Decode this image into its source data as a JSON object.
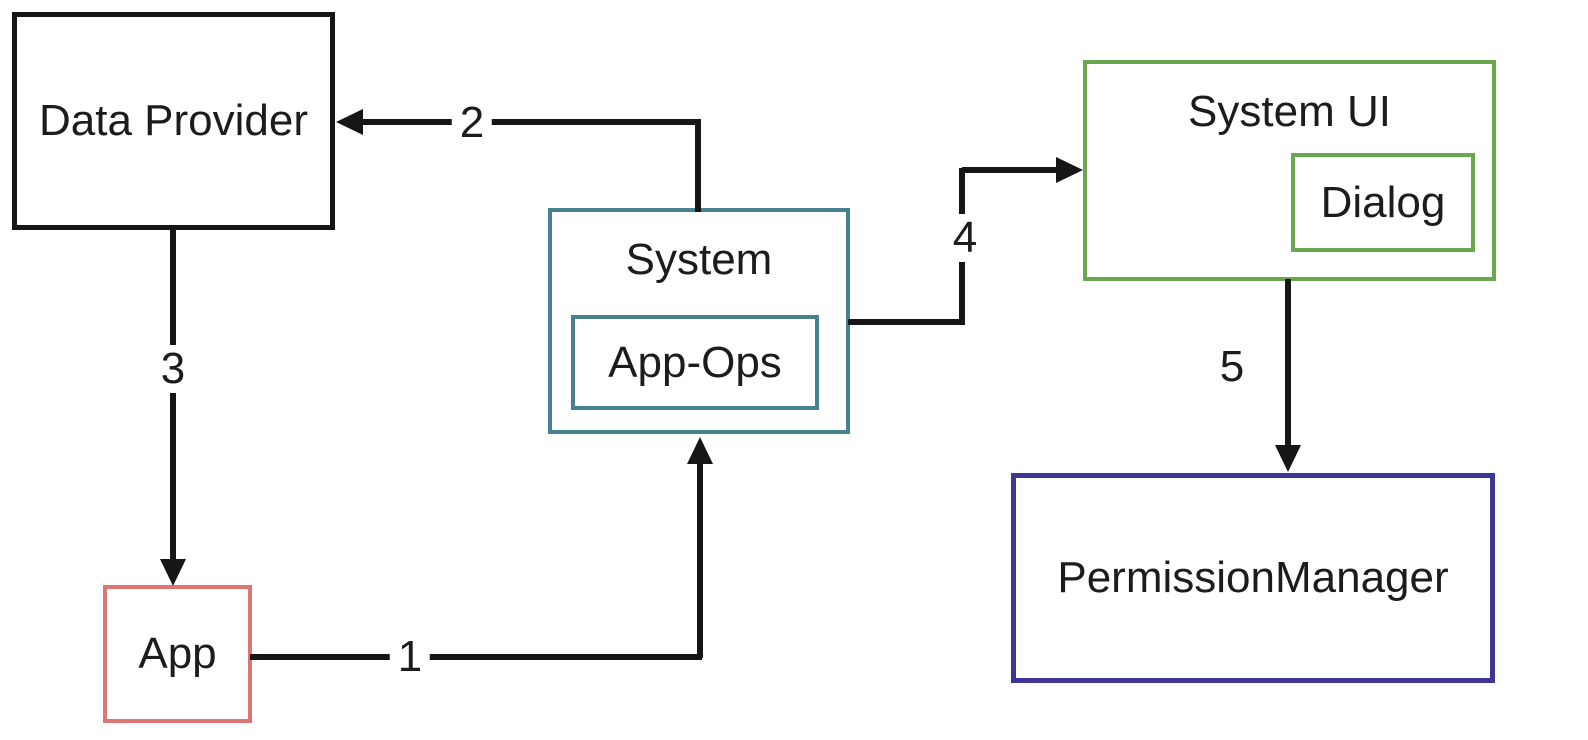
{
  "diagram": {
    "type": "flow-diagram",
    "background": "#ffffff",
    "line_color": "#161616",
    "nodes": {
      "data_provider": {
        "label": "Data Provider",
        "border_color": "#161616"
      },
      "system": {
        "label": "System",
        "border_color": "#45818e"
      },
      "app_ops": {
        "label": "App-Ops",
        "border_color": "#45818e",
        "parent": "System"
      },
      "system_ui": {
        "label": "System UI",
        "border_color": "#6aa84f"
      },
      "dialog": {
        "label": "Dialog",
        "border_color": "#6aa84f",
        "parent": "System UI"
      },
      "permission_manager": {
        "label": "PermissionManager",
        "border_color": "#3e3696"
      },
      "app": {
        "label": "App",
        "border_color": "#dd7672"
      }
    },
    "edges": {
      "e1": {
        "label": "1",
        "from": "App",
        "to": "System"
      },
      "e2": {
        "label": "2",
        "from": "System",
        "to": "Data Provider"
      },
      "e3": {
        "label": "3",
        "from": "Data Provider",
        "to": "App"
      },
      "e4": {
        "label": "4",
        "from": "System",
        "to": "System UI"
      },
      "e5": {
        "label": "5",
        "from": "System UI",
        "to": "PermissionManager"
      }
    }
  }
}
